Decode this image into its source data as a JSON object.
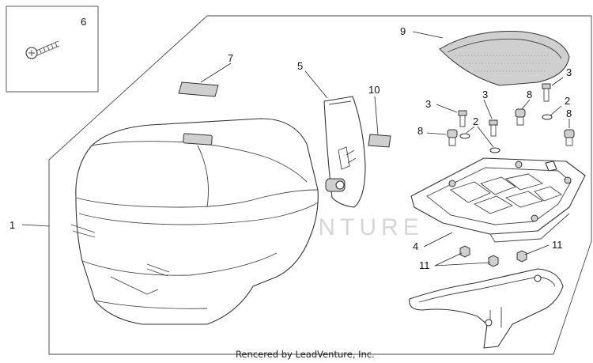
{
  "diagram": {
    "callouts": {
      "c1": "1",
      "c2a": "2",
      "c2b": "2",
      "c3a": "3",
      "c3b": "3",
      "c3c": "3",
      "c4": "4",
      "c5": "5",
      "c6": "6",
      "c7": "7",
      "c8a": "8",
      "c8b": "8",
      "c8c": "8",
      "c9": "9",
      "c10": "10",
      "c11a": "11",
      "c11b": "11"
    },
    "watermark": "LEADVENTURE",
    "footer": "Rencered by LeadVenture, Inc."
  },
  "colors": {
    "line": "#333333",
    "part_fill": "#ffffff",
    "pad_fill": "#cfcfcf",
    "watermark": "#d6d6d6"
  }
}
